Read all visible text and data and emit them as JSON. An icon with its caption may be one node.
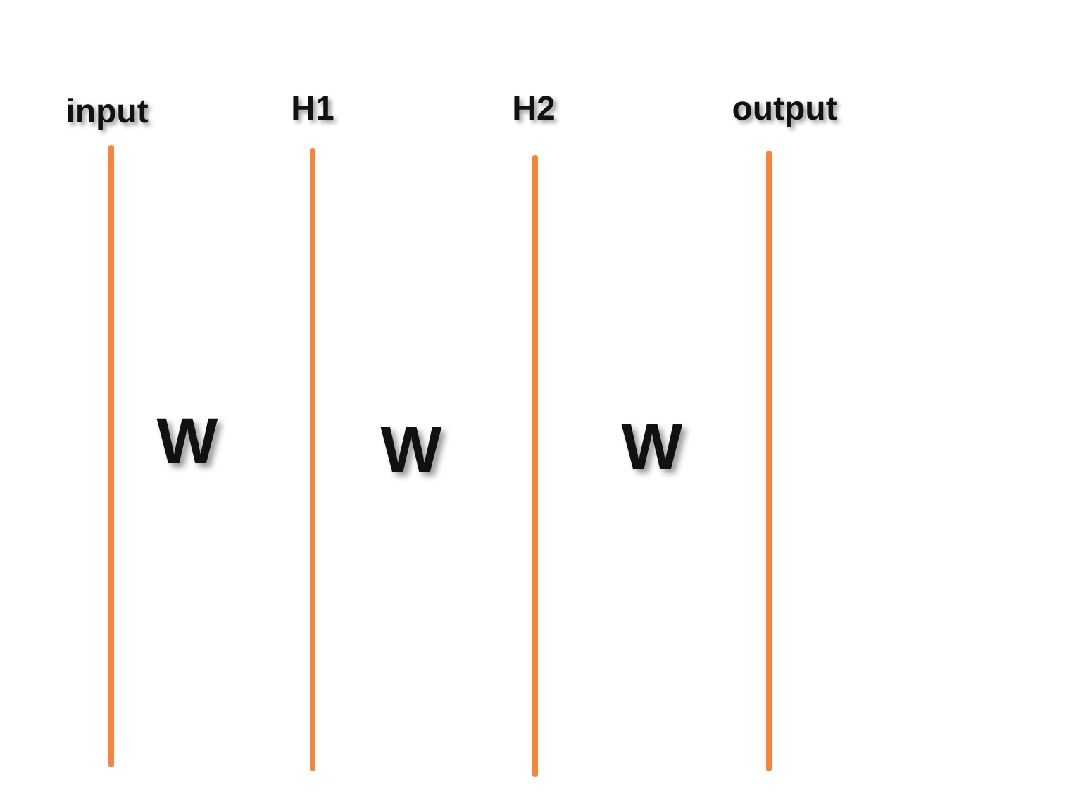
{
  "diagram": {
    "nodes": [
      {
        "text": [
          "input"
        ]
      },
      {
        "text": [
          "H1"
        ]
      },
      {
        "text": [
          "H2"
        ]
      },
      {
        "text": [
          "output"
        ]
      }
    ],
    "labels": [
      "W",
      "W",
      "W"
    ]
  }
}
